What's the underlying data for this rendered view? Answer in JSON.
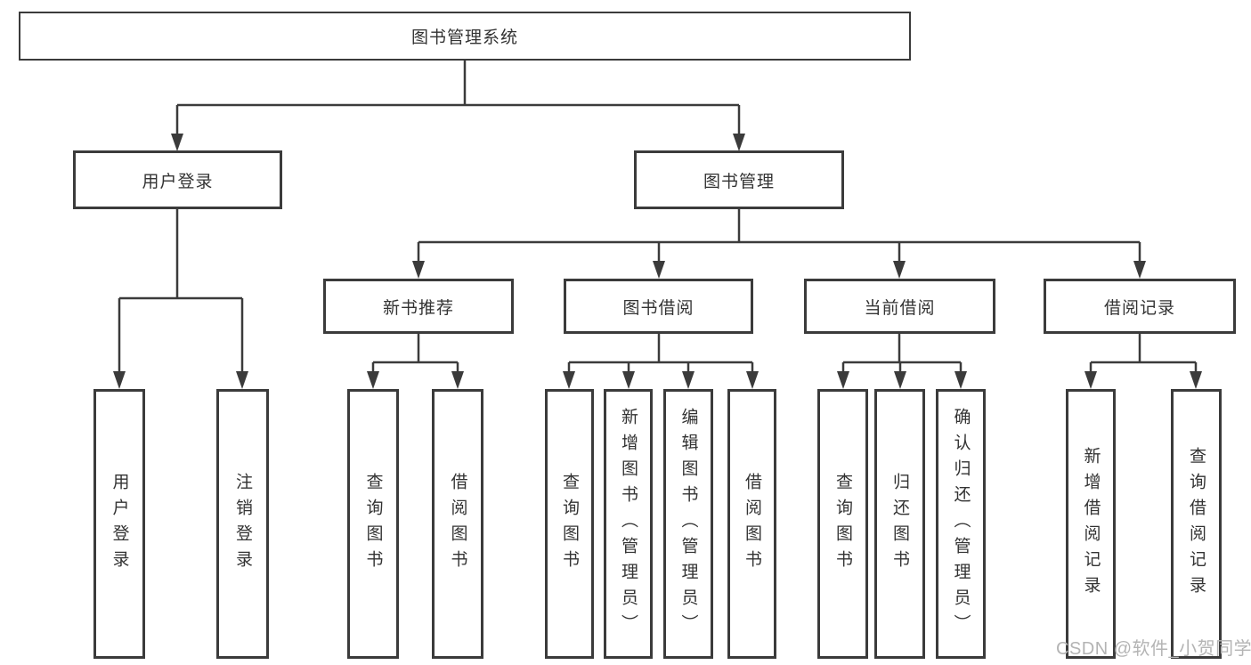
{
  "page": {
    "background": "#ffffff",
    "line_color": "#3b3b3b",
    "text_color": "#333333",
    "watermark_color": "#b4b4b4"
  },
  "tree": {
    "root": {
      "label": "图书管理系统"
    },
    "branches": [
      {
        "label": "用户登录",
        "children": [
          {
            "label": "用户登录"
          },
          {
            "label": "注销登录"
          }
        ]
      },
      {
        "label": "图书管理",
        "children": [
          {
            "label": "新书推荐",
            "children": [
              {
                "label": "查询图书"
              },
              {
                "label": "借阅图书"
              }
            ]
          },
          {
            "label": "图书借阅",
            "children": [
              {
                "label": "查询图书"
              },
              {
                "label": "新增图书（管理员）"
              },
              {
                "label": "编辑图书（管理员）"
              },
              {
                "label": "借阅图书"
              }
            ]
          },
          {
            "label": "当前借阅",
            "children": [
              {
                "label": "查询图书"
              },
              {
                "label": "归还图书"
              },
              {
                "label": "确认归还（管理员）"
              }
            ]
          },
          {
            "label": "借阅记录",
            "children": [
              {
                "label": "新增借阅记录"
              },
              {
                "label": "查询借阅记录"
              }
            ]
          }
        ]
      }
    ]
  },
  "watermark": {
    "text": "CSDN @软件_小贺同学"
  }
}
